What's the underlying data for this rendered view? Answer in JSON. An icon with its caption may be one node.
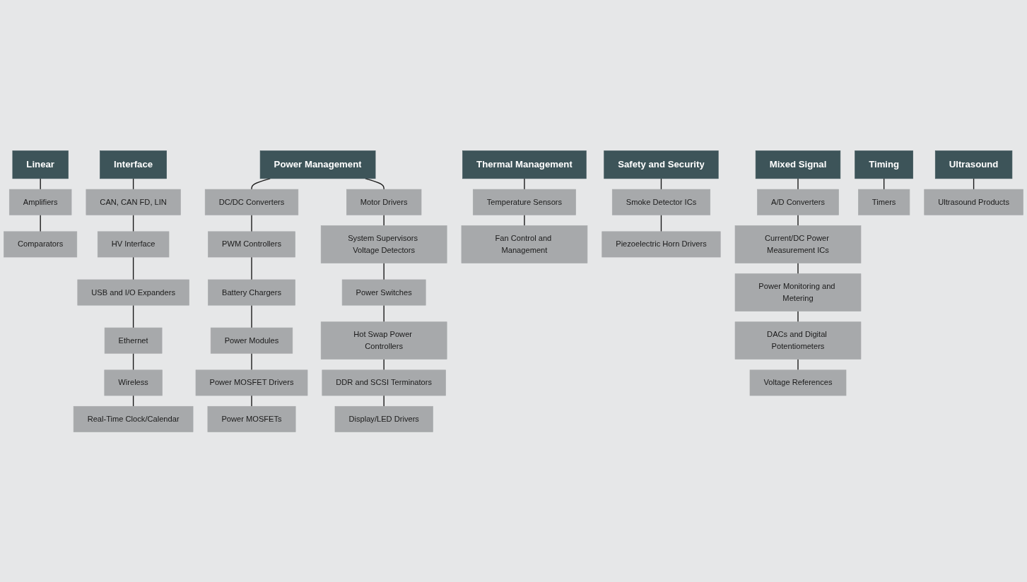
{
  "diagram": {
    "nodes": [
      {
        "text": [
          "Linear"
        ]
      },
      {
        "text": [
          "Amplifiers"
        ]
      },
      {
        "text": [
          "Comparators"
        ]
      },
      {
        "text": [
          "Interface"
        ]
      },
      {
        "text": [
          "CAN, CAN FD, LIN"
        ]
      },
      {
        "text": [
          "HV Interface"
        ]
      },
      {
        "text": [
          "USB and I/O Expanders"
        ]
      },
      {
        "text": [
          "Ethernet"
        ]
      },
      {
        "text": [
          "Wireless"
        ]
      },
      {
        "text": [
          "Real-Time Clock/Calendar"
        ]
      },
      {
        "text": [
          "Power Management"
        ]
      },
      {
        "text": [
          "DC/DC Converters"
        ]
      },
      {
        "text": [
          "PWM Controllers"
        ]
      },
      {
        "text": [
          "Battery Chargers"
        ]
      },
      {
        "text": [
          "Power Modules"
        ]
      },
      {
        "text": [
          "Power MOSFET Drivers"
        ]
      },
      {
        "text": [
          "Power MOSFETs"
        ]
      },
      {
        "text": [
          "Motor Drivers"
        ]
      },
      {
        "text": [
          "System Supervisors Voltage Detectors"
        ]
      },
      {
        "text": [
          "Power Switches"
        ]
      },
      {
        "text": [
          "Hot Swap Power Controllers"
        ]
      },
      {
        "text": [
          "DDR and SCSI Terminators"
        ]
      },
      {
        "text": [
          "Display/LED Drivers"
        ]
      },
      {
        "text": [
          "Thermal Management"
        ]
      },
      {
        "text": [
          "Temperature Sensors"
        ]
      },
      {
        "text": [
          "Fan Control and Management"
        ]
      },
      {
        "text": [
          "Safety and Security"
        ]
      },
      {
        "text": [
          "Smoke Detector ICs"
        ]
      },
      {
        "text": [
          "Piezoelectric Horn Drivers"
        ]
      },
      {
        "text": [
          "Mixed Signal"
        ]
      },
      {
        "text": [
          "A/D Converters"
        ]
      },
      {
        "text": [
          "Current/DC Power Measurement ICs"
        ]
      },
      {
        "text": [
          "Power Monitoring and Metering"
        ]
      },
      {
        "text": [
          "DACs and Digital Potentiometers"
        ]
      },
      {
        "text": [
          "Voltage References"
        ]
      },
      {
        "text": [
          "Timing"
        ]
      },
      {
        "text": [
          "Timers"
        ]
      },
      {
        "text": [
          "Ultrasound"
        ]
      },
      {
        "text": [
          "Ultrasound Products"
        ]
      }
    ],
    "edges": [
      {
        "from": 0,
        "to": 1,
        "arrow": "none"
      },
      {
        "from": 1,
        "to": 2,
        "arrow": "none"
      },
      {
        "from": 3,
        "to": 4,
        "arrow": "none"
      },
      {
        "from": 4,
        "to": 5,
        "arrow": "none"
      },
      {
        "from": 5,
        "to": 6,
        "arrow": "none"
      },
      {
        "from": 6,
        "to": 7,
        "arrow": "none"
      },
      {
        "from": 7,
        "to": 8,
        "arrow": "none"
      },
      {
        "from": 8,
        "to": 9,
        "arrow": "none"
      },
      {
        "from": 10,
        "to": 11,
        "arrow": "none"
      },
      {
        "from": 11,
        "to": 12,
        "arrow": "none"
      },
      {
        "from": 12,
        "to": 13,
        "arrow": "none"
      },
      {
        "from": 13,
        "to": 14,
        "arrow": "none"
      },
      {
        "from": 14,
        "to": 15,
        "arrow": "none"
      },
      {
        "from": 15,
        "to": 16,
        "arrow": "none"
      },
      {
        "from": 10,
        "to": 17,
        "arrow": "none"
      },
      {
        "from": 17,
        "to": 18,
        "arrow": "none"
      },
      {
        "from": 18,
        "to": 19,
        "arrow": "none"
      },
      {
        "from": 19,
        "to": 20,
        "arrow": "none"
      },
      {
        "from": 20,
        "to": 21,
        "arrow": "none"
      },
      {
        "from": 21,
        "to": 22,
        "arrow": "none"
      },
      {
        "from": 23,
        "to": 24,
        "arrow": "none"
      },
      {
        "from": 24,
        "to": 25,
        "arrow": "none"
      },
      {
        "from": 26,
        "to": 27,
        "arrow": "none"
      },
      {
        "from": 27,
        "to": 28,
        "arrow": "none"
      },
      {
        "from": 29,
        "to": 30,
        "arrow": "none"
      },
      {
        "from": 30,
        "to": 31,
        "arrow": "none"
      },
      {
        "from": 31,
        "to": 32,
        "arrow": "none"
      },
      {
        "from": 32,
        "to": 33,
        "arrow": "none"
      },
      {
        "from": 33,
        "to": 34,
        "arrow": "none"
      },
      {
        "from": 35,
        "to": 36,
        "arrow": "none"
      },
      {
        "from": 37,
        "to": 38,
        "arrow": "none"
      }
    ]
  }
}
